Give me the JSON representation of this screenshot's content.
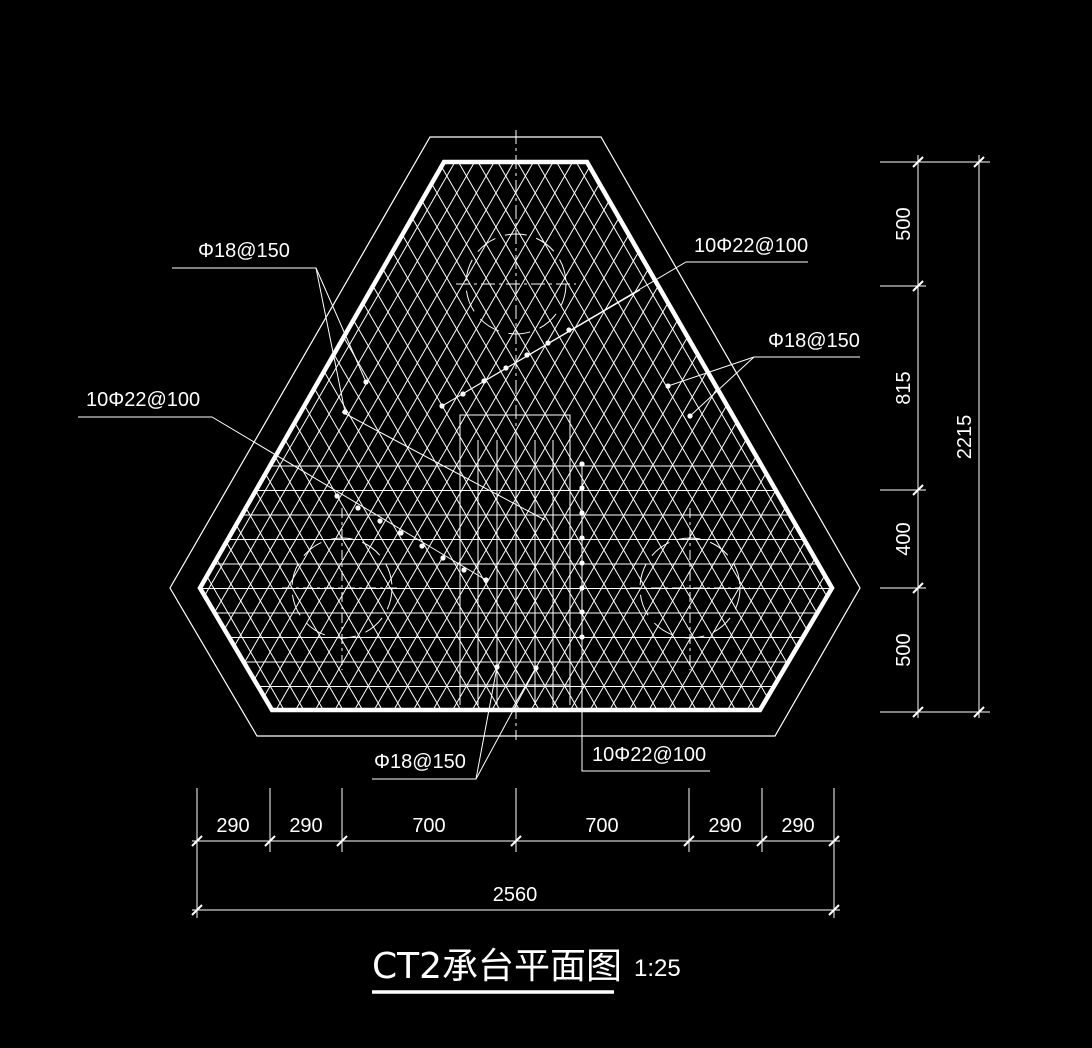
{
  "drawing": {
    "title": "CT2承台平面图",
    "scale": "1:25"
  },
  "rebar_labels": {
    "upper_left": "Φ18@150",
    "upper_right_top": "10Φ22@100",
    "right": "Φ18@150",
    "left": "10Φ22@100",
    "bottom_left": "Φ18@150",
    "bottom_right": "10Φ22@100"
  },
  "horizontal_dims": {
    "segments": [
      "290",
      "290",
      "700",
      "700",
      "290",
      "290"
    ],
    "total": "2560"
  },
  "vertical_dims": {
    "segments": [
      "500",
      "815",
      "400",
      "500"
    ],
    "total": "2215"
  },
  "colors": {
    "background": "#000000",
    "lines": "#ffffff"
  }
}
